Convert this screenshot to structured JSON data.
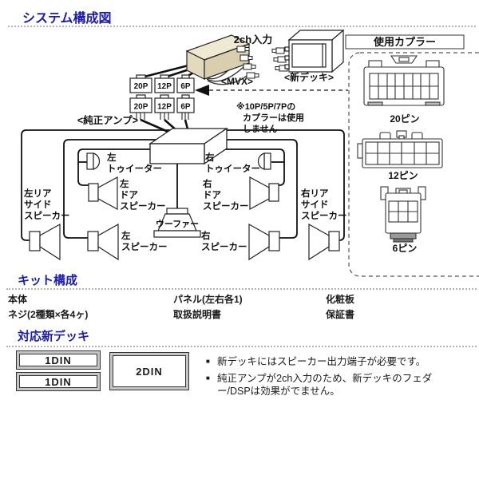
{
  "titles": {
    "system": "システム構成図",
    "kit": "キット構成",
    "deck": "対応新デッキ"
  },
  "diagram": {
    "input_label": "2ch入力",
    "mvx_label": "<MVX>",
    "new_deck_label": "<新デッキ>",
    "amp_label": "<純正アンプ>",
    "note_line1": "※10P/5P/7Pの",
    "note_line2": "カプラーは使用",
    "note_line3": "しません",
    "row1": [
      "20P",
      "12P",
      "6P"
    ],
    "row2": [
      "20P",
      "12P",
      "6P"
    ],
    "woofer_label": "ウーファー",
    "left_tweeter": [
      "左",
      "トゥイーター"
    ],
    "right_tweeter": [
      "右",
      "トゥイーター"
    ],
    "left_door": [
      "左",
      "ドア",
      "スピーカー"
    ],
    "right_door": [
      "右",
      "ドア",
      "スピーカー"
    ],
    "left_speaker": [
      "左",
      "スピーカー"
    ],
    "right_speaker": [
      "右",
      "スピーカー"
    ],
    "left_rear_side": [
      "左リア",
      "サイド",
      "スピーカー"
    ],
    "right_rear_side": [
      "右リア",
      "サイド",
      "スピーカー"
    ]
  },
  "coupler_panel": {
    "title": "使用カプラー",
    "pin20": "20ピン",
    "pin12": "12ピン",
    "pin6": "6ピン"
  },
  "kit": {
    "columns": [
      [
        "本体",
        "ネジ(2種類×各4ヶ)"
      ],
      [
        "パネル(左右各1)",
        "取扱説明書"
      ],
      [
        "化粧板",
        "保証書"
      ]
    ]
  },
  "deck": {
    "boxes": [
      "1DIN",
      "1DIN",
      "2DIN"
    ],
    "notes": [
      "新デッキにはスピーカー出力端子が必要です。",
      "純正アンプが2ch入力のため、新デッキのフェダー/DSPは効果がでません。"
    ]
  },
  "colors": {
    "heading_blue": "#1b1bb0",
    "mvx_beige": "#e9e1c8",
    "line_black": "#111111"
  }
}
